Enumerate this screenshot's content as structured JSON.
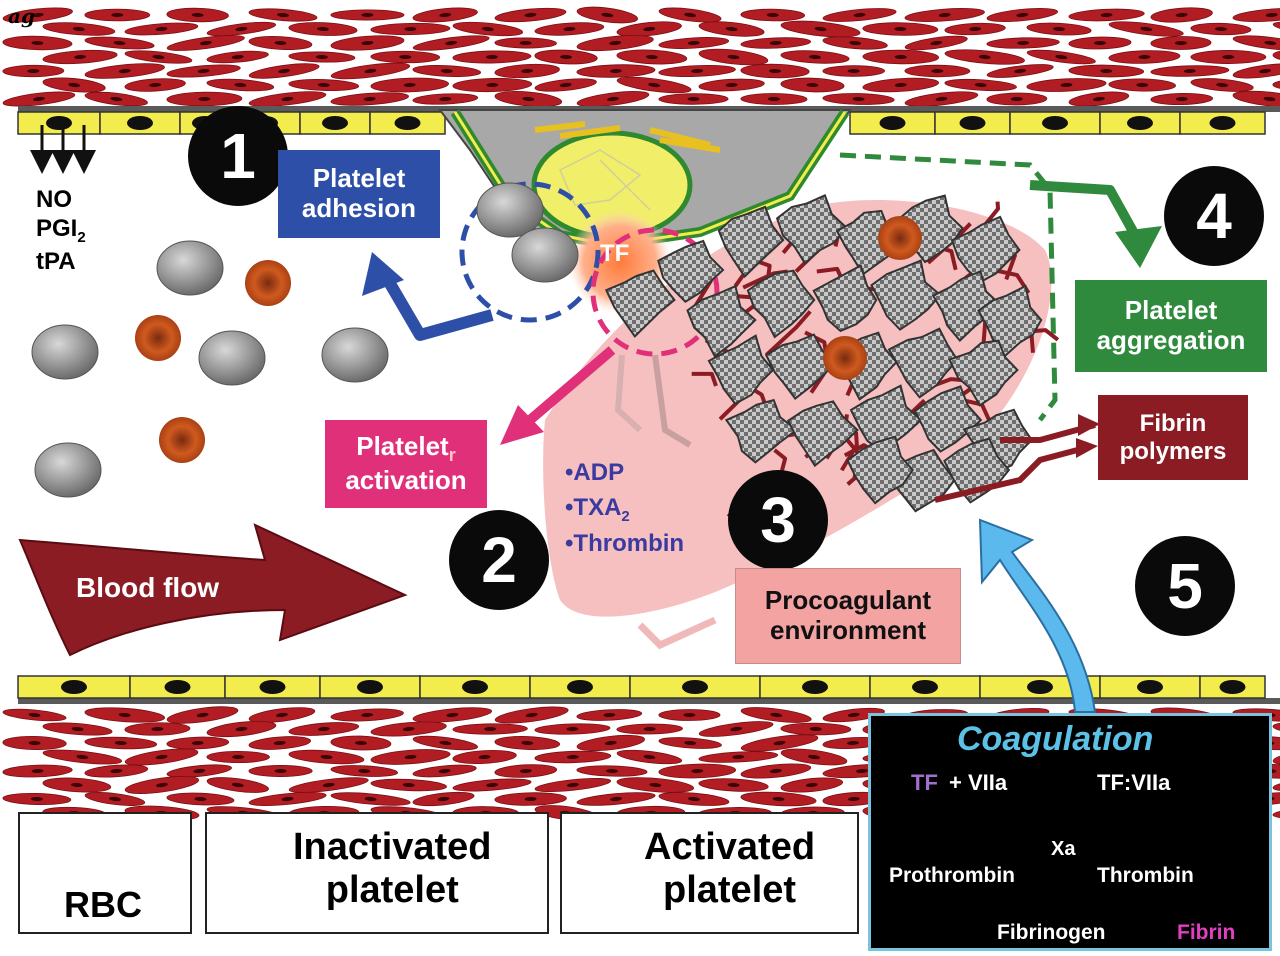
{
  "corner_mark": "ag",
  "steps": {
    "s1": "1",
    "s2": "2",
    "s3": "3",
    "s4": "4",
    "s5": "5"
  },
  "endothelial_factors": [
    "NO",
    "PGI",
    "tPA"
  ],
  "pgi_subscript": "2",
  "tf_label": "TF",
  "platelet_adhesion": [
    "Platelet",
    "adhesion"
  ],
  "platelet_activation": [
    "Platelet",
    "activation"
  ],
  "activation_mark": "r",
  "mediators": [
    "•ADP",
    "•TXA",
    "•Thrombin"
  ],
  "txa_subscript": "2",
  "platelet_aggregation": [
    "Platelet",
    "aggregation"
  ],
  "fibrin_polymers": [
    "Fibrin",
    "polymers"
  ],
  "procoagulant": [
    "Procoagulant",
    "environment"
  ],
  "blood_flow": "Blood flow",
  "legend": {
    "rbc": "RBC",
    "inactivated": [
      "Inactivated",
      "platelet"
    ],
    "activated": [
      "Activated",
      "platelet"
    ]
  },
  "coagulation": {
    "title": "Coagulation",
    "tf": "TF",
    "plus_viia": "+ VIIa",
    "tf_viia": "TF:VIIa",
    "xa": "Xa",
    "prothrombin": "Prothrombin",
    "thrombin": "Thrombin",
    "fibrinogen": "Fibrinogen",
    "fibrin": "Fibrin"
  },
  "colors": {
    "adhesion": "#2e4fa8",
    "activation": "#e0307a",
    "aggregation": "#2f8a3e",
    "fibrin": "#8c1c24",
    "procoagulant": "#f4a3a3",
    "mediator_text": "#3a3aa0",
    "coag_title": "#5bc1e6",
    "fibrin_text": "#e040c0",
    "muscle": "#b21d24",
    "endothelium": "#f3ec4d"
  }
}
